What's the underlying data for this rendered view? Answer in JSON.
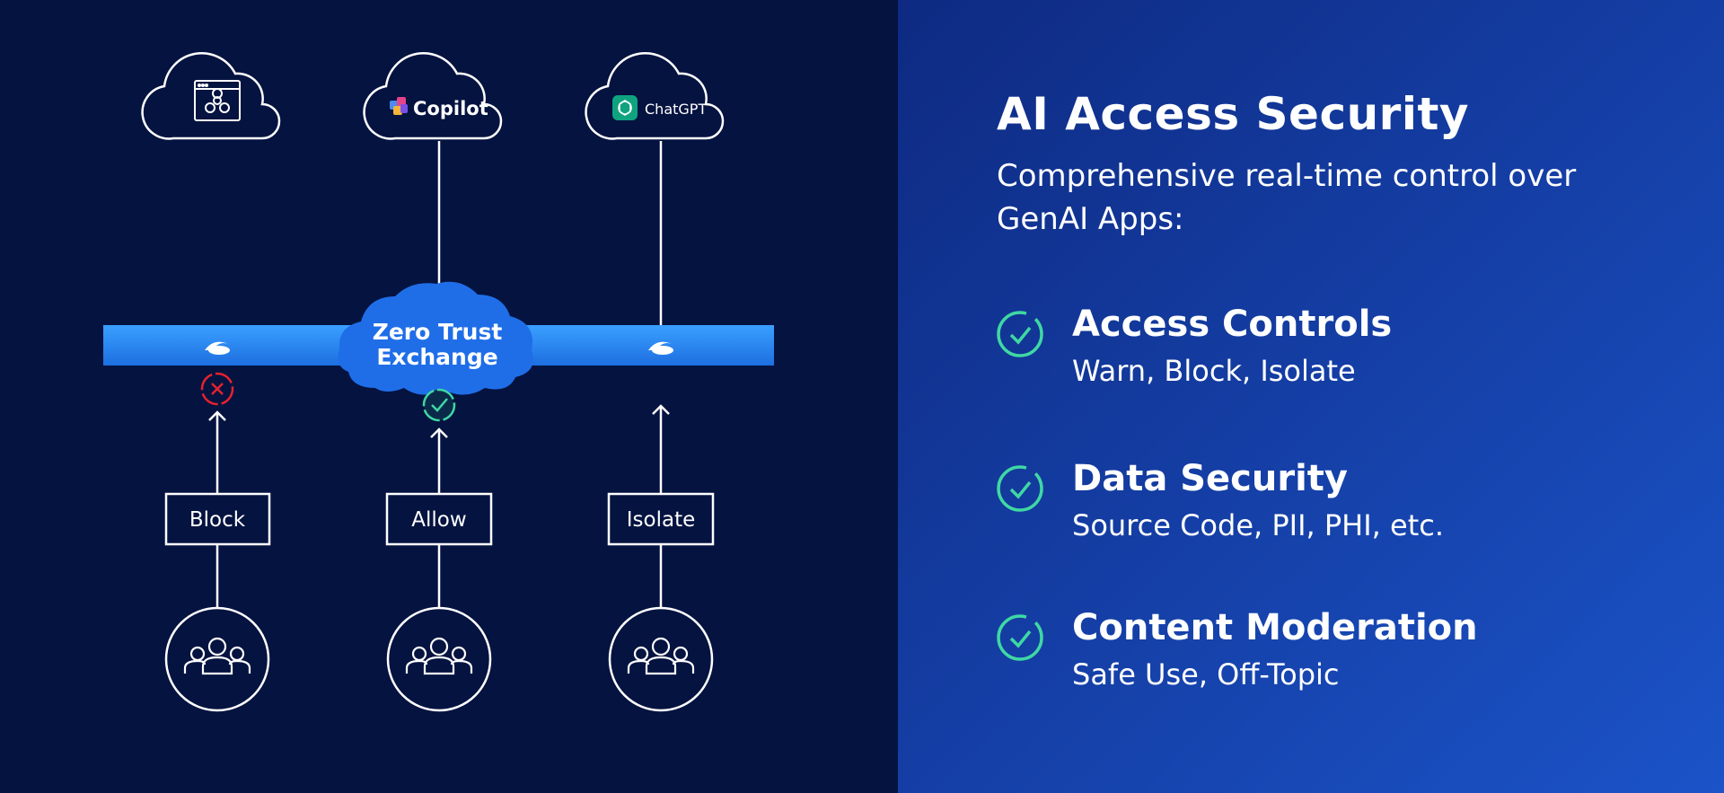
{
  "diagram": {
    "apps": [
      {
        "label": "",
        "icon": "malicious-app-icon"
      },
      {
        "label": "Copilot",
        "icon": "copilot-logo-icon"
      },
      {
        "label": "ChatGPT",
        "icon": "chatgpt-logo-icon"
      }
    ],
    "exchange_line1": "Zero Trust",
    "exchange_line2": "Exchange",
    "actions": [
      "Block",
      "Allow",
      "Isolate"
    ],
    "status_icons": [
      "blocked-x-icon",
      "allowed-check-icon",
      "none"
    ],
    "users_icon": "user-group-icon",
    "colors": {
      "background": "#051340",
      "bar": "#2d8ef2",
      "cloud": "#1f6ee8",
      "block": "#e5222f",
      "allow": "#3fd8a4"
    }
  },
  "panel": {
    "title": "AI Access Security",
    "subtitle": "Comprehensive real-time control over GenAI Apps:",
    "features": [
      {
        "title": "Access Controls",
        "desc": "Warn, Block, Isolate"
      },
      {
        "title": "Data Security",
        "desc": "Source Code, PII, PHI, etc."
      },
      {
        "title": "Content Moderation",
        "desc": "Safe Use, Off-Topic"
      }
    ],
    "colors": {
      "gradient_start": "#0e2a82",
      "gradient_end": "#1a4ec4",
      "check": "#3fd8a4"
    }
  }
}
